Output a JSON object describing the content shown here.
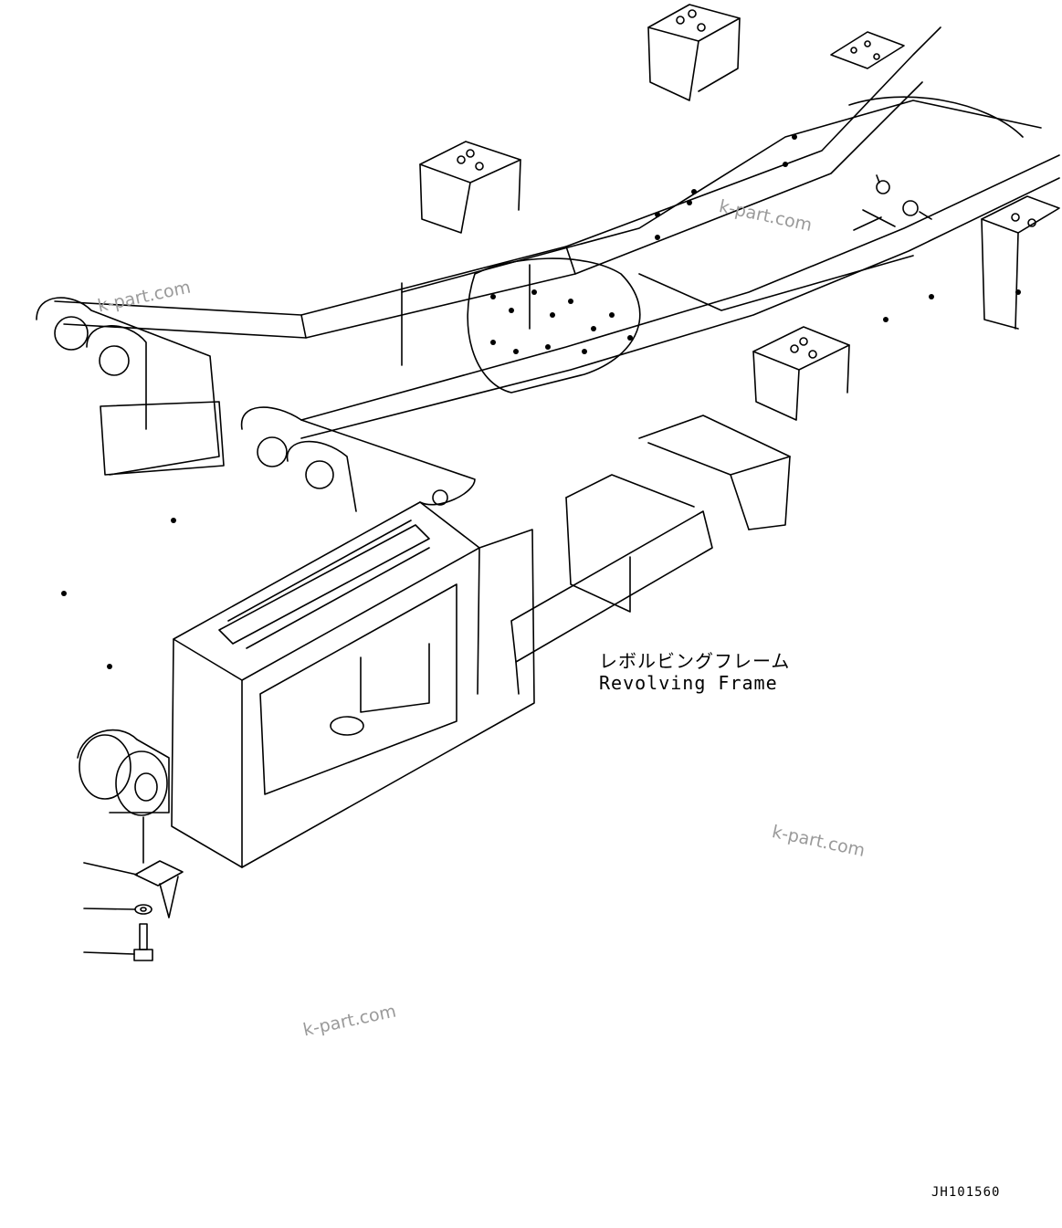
{
  "labels": {
    "japanese": "レボルビングフレーム",
    "english": "Revolving Frame"
  },
  "watermarks": [
    "k-part.com",
    "k-part.com",
    "k-part.com",
    "k-part.com"
  ],
  "drawing_code": "JH101560"
}
